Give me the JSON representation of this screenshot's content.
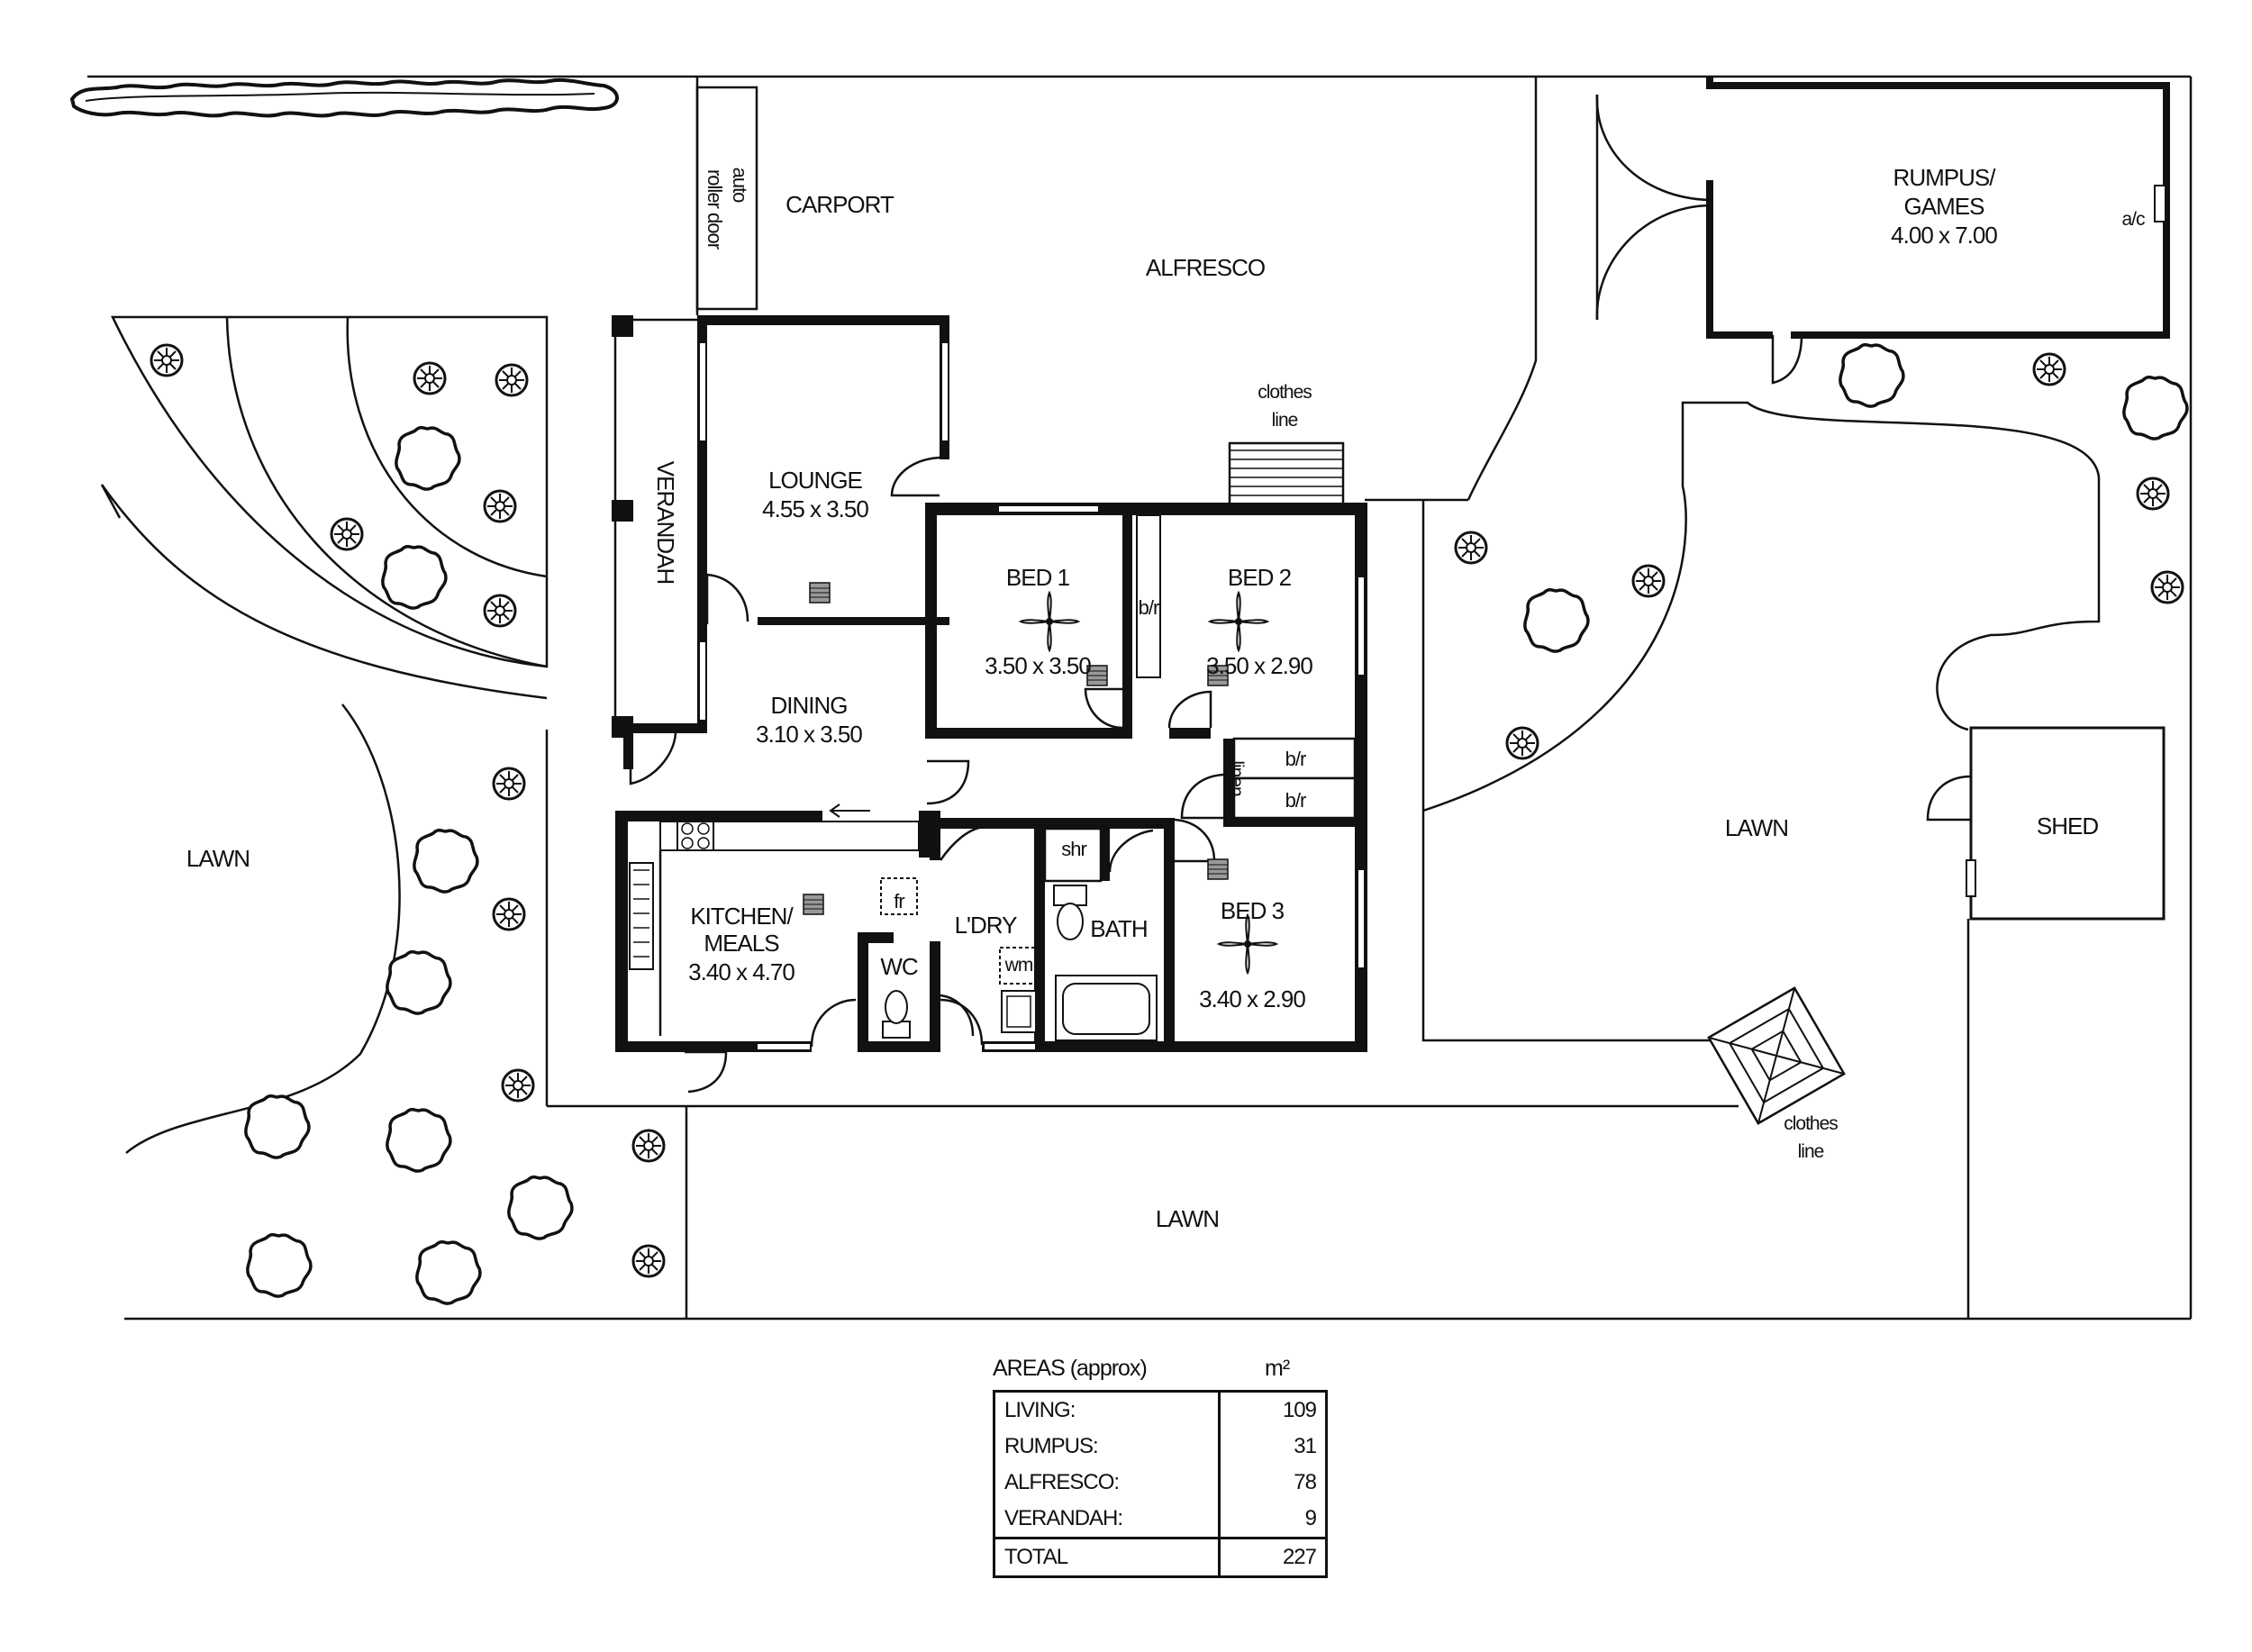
{
  "rooms": {
    "carport": "CARPORT",
    "roller_door_1": "auto",
    "roller_door_2": "roller door",
    "alfresco": "ALFRESCO",
    "rumpus": "RUMPUS/",
    "games": "GAMES",
    "rumpus_dim": "4.00 x 7.00",
    "ac": "a/c",
    "verandah": "VERANDAH",
    "lounge": "LOUNGE",
    "lounge_dim": "4.55 x 3.50",
    "bed1": "BED 1",
    "bed1_dim": "3.50 x 3.50",
    "bed2": "BED 2",
    "bed2_dim": "3.50 x 2.90",
    "bir": "b/r",
    "linen": "linen",
    "dining": "DINING",
    "dining_dim": "3.10 x 3.50",
    "kitchen": "KITCHEN/",
    "meals": "MEALS",
    "kitchen_dim": "3.40 x 4.70",
    "fr": "fr",
    "wc": "WC",
    "laundry": "L'DRY",
    "wm": "wm",
    "shr": "shr",
    "bath": "BATH",
    "bed3": "BED 3",
    "bed3_dim": "3.40 x 2.90",
    "shed": "SHED",
    "clothes": "clothes",
    "line": "line",
    "lawn": "LAWN"
  },
  "areas": {
    "heading": "AREAS (approx)",
    "unit": "m²",
    "rows": [
      {
        "label": "LIVING:",
        "value": "109"
      },
      {
        "label": "RUMPUS:",
        "value": "31"
      },
      {
        "label": "ALFRESCO:",
        "value": "78"
      },
      {
        "label": "VERANDAH:",
        "value": "9"
      }
    ],
    "total_label": "TOTAL",
    "total_value": "227"
  }
}
